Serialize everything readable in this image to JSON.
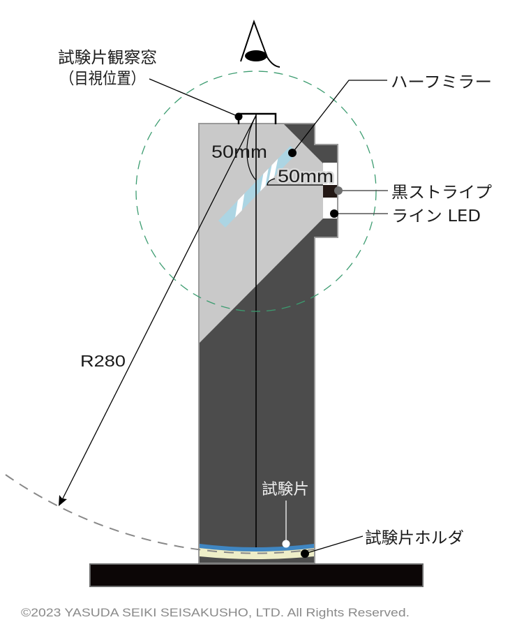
{
  "diagram": {
    "labels": {
      "observation_window_line1": "試験片観察窓",
      "observation_window_line2": "（目視位置）",
      "half_mirror": "ハーフミラー",
      "black_stripe": "黒ストライプ",
      "line_led": "ライン LED",
      "radius": "R280",
      "dim_vertical": "50mm",
      "dim_horizontal": "50mm",
      "test_piece": "試験片",
      "test_piece_holder": "試験片ホルダ"
    },
    "icons": {
      "eye": "eye-icon"
    },
    "colors": {
      "housing_dark": "#4c4c4c",
      "housing_light": "#c9c9c9",
      "housing_border": "#9a9a9a",
      "half_mirror": "#acd5e3",
      "black_stripe": "#231815",
      "test_piece_blue": "#3f86c2",
      "holder_cream": "#eeeec8",
      "base": "#0c0606",
      "view_circle": "#3c9c70",
      "radius_arc": "#888888"
    }
  },
  "footer": {
    "copyright": "©2023 YASUDA SEIKI SEISAKUSHO, LTD. All Rights Reserved."
  }
}
